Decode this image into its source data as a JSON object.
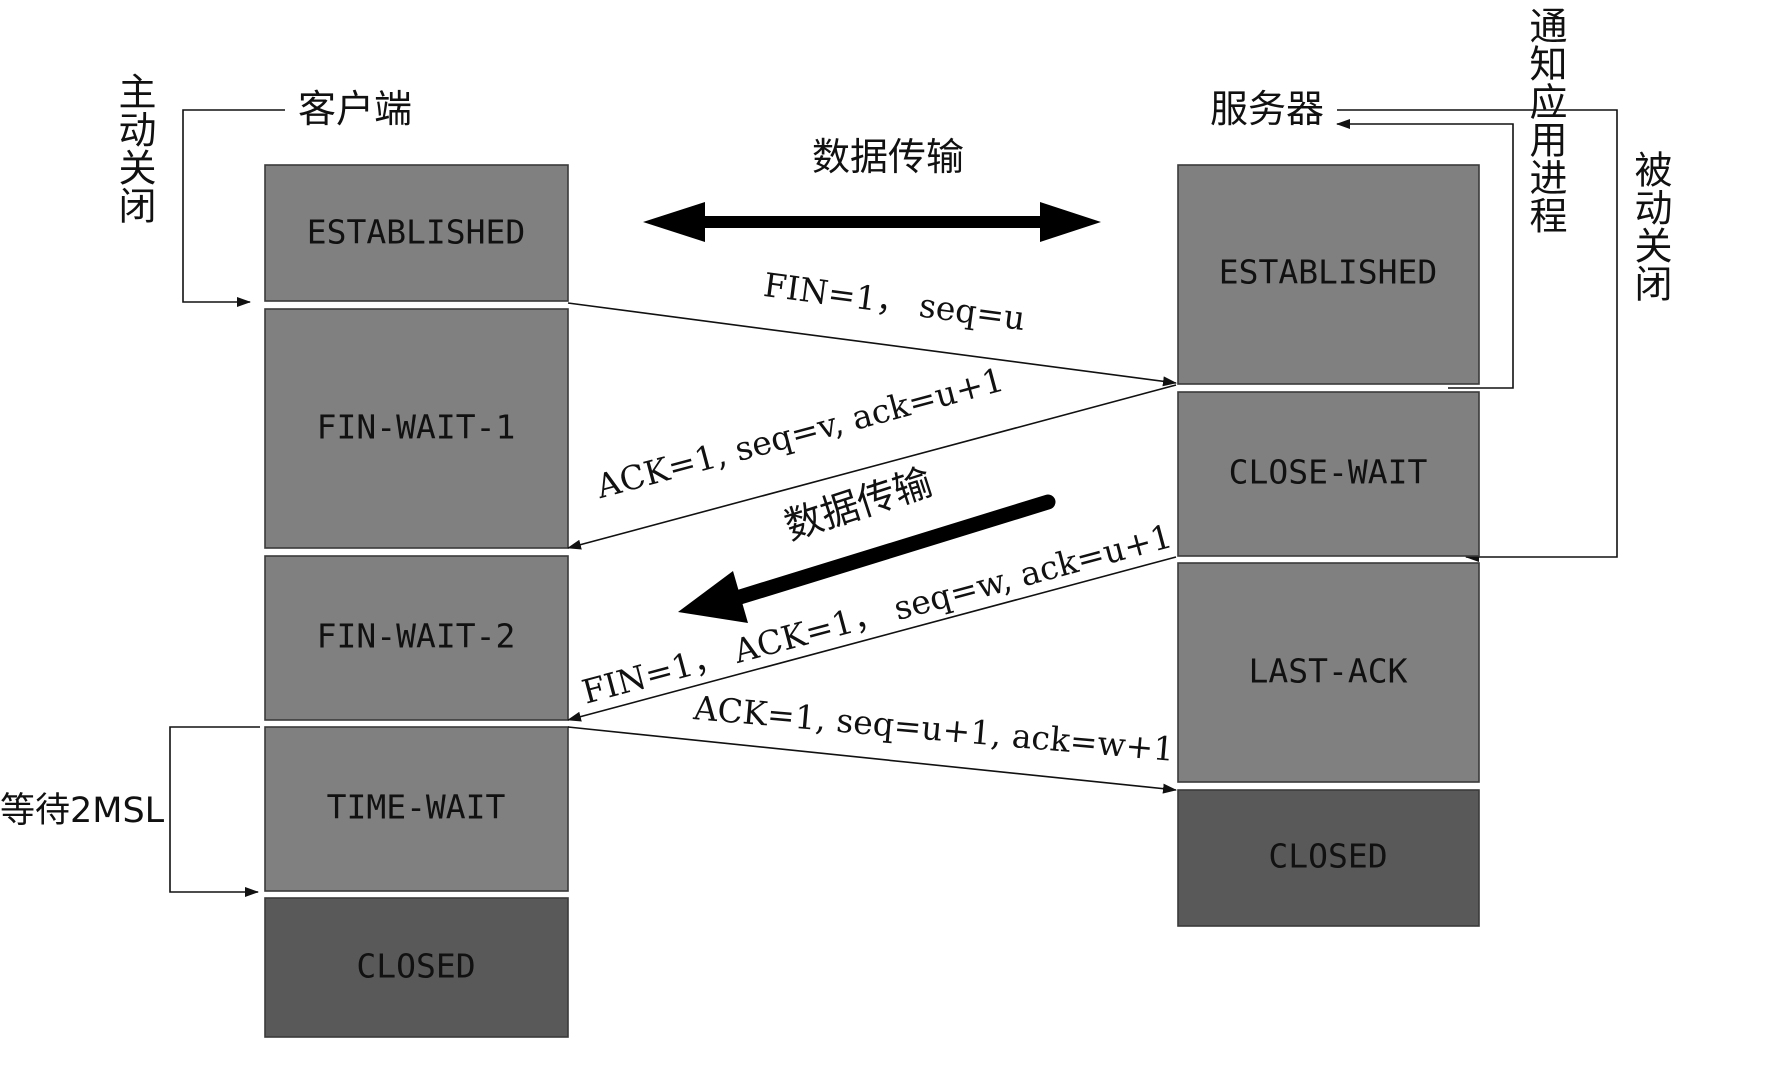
{
  "client": {
    "title": "客户端",
    "side_label": "主动关闭",
    "states": [
      "ESTABLISHED",
      "FIN-WAIT-1",
      "FIN-WAIT-2",
      "TIME-WAIT",
      "CLOSED"
    ],
    "wait_label": "等待2MSL"
  },
  "server": {
    "title": "服务器",
    "notify_label": "通知应用进程",
    "side_label": "被动关闭",
    "states": [
      "ESTABLISHED",
      "CLOSE-WAIT",
      "LAST-ACK",
      "CLOSED"
    ]
  },
  "data_transfer": {
    "top_label": "数据传输",
    "mid_label": "数据传输"
  },
  "messages": [
    "FIN=1，  seq=u",
    "ACK=1, seq=v, ack=u+1",
    "FIN=1，  ACK=1，  seq=w, ack=u+1",
    "ACK=1, seq=u+1, ack=w+1"
  ],
  "colors": {
    "state_fill": "#808080",
    "closed_fill": "#595959"
  }
}
